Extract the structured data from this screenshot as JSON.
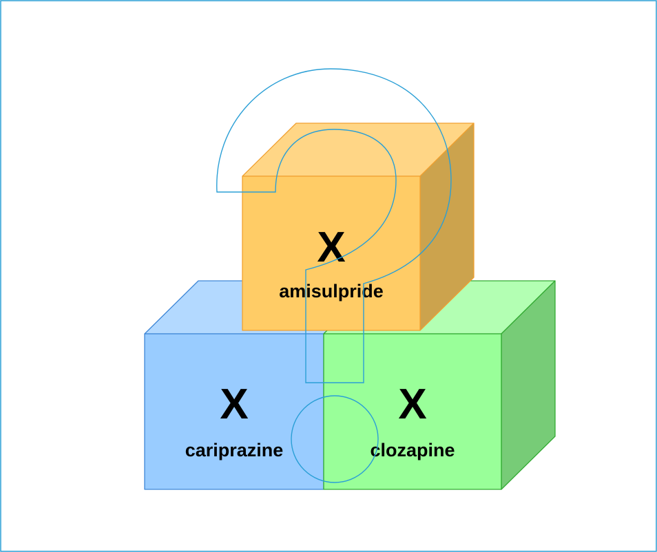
{
  "colors": {
    "frame": "#2a9fd6",
    "question_mark": "#2a9fd6",
    "blue_front": "#99ccff",
    "blue_side": "#7fb8f0",
    "blue_top": "#b3d9ff",
    "blue_edge": "#3e86d6",
    "green_front": "#99ff99",
    "green_side": "#77cc77",
    "green_top": "#b3ffb3",
    "green_edge": "#33aa33",
    "orange_front": "#ffcc66",
    "orange_side": "#cca34d",
    "orange_top": "#ffd686",
    "orange_edge": "#f0a030"
  },
  "blocks": [
    {
      "id": "cariprazine",
      "mark": "X",
      "label": "cariprazine",
      "color": "blue"
    },
    {
      "id": "clozapine",
      "mark": "X",
      "label": "clozapine",
      "color": "green"
    },
    {
      "id": "amisulpride",
      "mark": "X",
      "label": "amisulpride",
      "color": "orange"
    }
  ],
  "overlay_icon": "question-mark-icon"
}
